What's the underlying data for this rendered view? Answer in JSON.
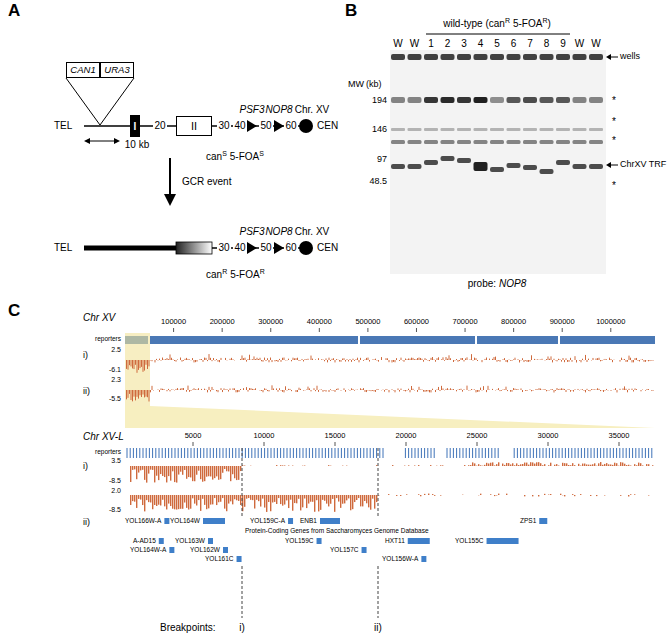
{
  "diagram": {
    "nodes": [
      {
        "text": [
          "CAN1"
        ]
      },
      {
        "text": [
          "URA3"
        ]
      },
      {
        "text": [
          "I"
        ]
      },
      {
        "text": [
          "II"
        ]
      }
    ],
    "labels": [
      "A",
      "TEL",
      "10 kb",
      "20",
      "30",
      "40",
      "50",
      "60",
      "PSF3",
      "NOP8",
      "Chr. XV",
      "CEN",
      "can",
      "S",
      "5-FOA",
      "S",
      "GCR event",
      "TEL",
      "30",
      "40",
      "50",
      "60",
      "PSF3",
      "NOP8",
      "Chr. XV",
      "CEN",
      "can",
      "R",
      "5-FOA",
      "R",
      "B",
      "wild-type (can",
      "R",
      "5-FOA",
      "R",
      ")",
      "W",
      "W",
      "1",
      "2",
      "3",
      "4",
      "5",
      "6",
      "7",
      "8",
      "9",
      "W",
      "W",
      "wells",
      "MW",
      "(kb)",
      "194",
      "146",
      "97",
      "48.5",
      "*",
      "*",
      "*",
      "*",
      "ChrXV TRF",
      "probe:",
      "NOP8",
      "C",
      "Chr XV",
      "100000",
      "200000",
      "300000",
      "400000",
      "500000",
      "600000",
      "700000",
      "800000",
      "900000",
      "1000000",
      "reporters",
      "i)",
      "2.5",
      "-6.1",
      "2.3",
      "-5.5",
      "ii)",
      "Chr XV-L",
      "5000",
      "10000",
      "15000",
      "20000",
      "25000",
      "30000",
      "35000",
      "reporters",
      "i)",
      "3.5",
      "-8.5",
      "2.0",
      "-8.5",
      "ii)",
      "Protein-Coding Genes from Saccharomyces Genome Database",
      "YOL166W-A",
      "A-AD15",
      "YOL164W-A",
      "YOL164W",
      "YOL163W",
      "YOL162W",
      "YOL161C",
      "YOL159C-A",
      "ENB1",
      "YOL159C",
      "YOL157C",
      "HXT11",
      "YOL156W-A",
      "YOL155C",
      "ZPS1",
      "Breakpoints:",
      "i)",
      "ii)"
    ]
  }
}
